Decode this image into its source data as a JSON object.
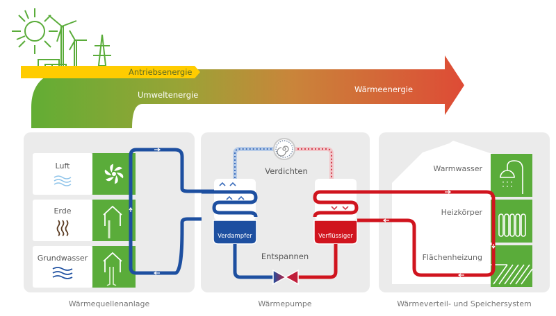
{
  "energy_flow": {
    "drive_energy": "Antriebsenergie",
    "environmental_energy": "Umweltenergie",
    "heat_energy": "Wärmeenergie"
  },
  "sections": {
    "source": {
      "caption": "Wärmequellenanlage",
      "items": [
        {
          "label": "Luft",
          "icon": "air-waves-icon",
          "symbol": "fan-icon"
        },
        {
          "label": "Erde",
          "icon": "earth-waves-icon",
          "symbol": "ground-probe-icon"
        },
        {
          "label": "Grundwasser",
          "icon": "water-waves-icon",
          "symbol": "groundwater-well-icon"
        }
      ]
    },
    "pump": {
      "caption": "Wärmepumpe",
      "compress": "Verdichten",
      "expand": "Entspannen",
      "evaporator": "Verdampfer",
      "condenser": "Verflüssiger"
    },
    "distribution": {
      "caption": "Wärmeverteil- und Speichersystem",
      "items": [
        {
          "label": "Warmwasser",
          "symbol": "shower-icon"
        },
        {
          "label": "Heizkörper",
          "symbol": "radiator-icon"
        },
        {
          "label": "Flächenheizung",
          "symbol": "floor-heating-icon"
        }
      ]
    }
  },
  "colors": {
    "green": "#5aac3a",
    "yellow": "#ffcc00",
    "red": "#d9463a",
    "blue": "#1d4fa0",
    "pipe_red": "#d0141e",
    "panel": "#ebebeb"
  }
}
